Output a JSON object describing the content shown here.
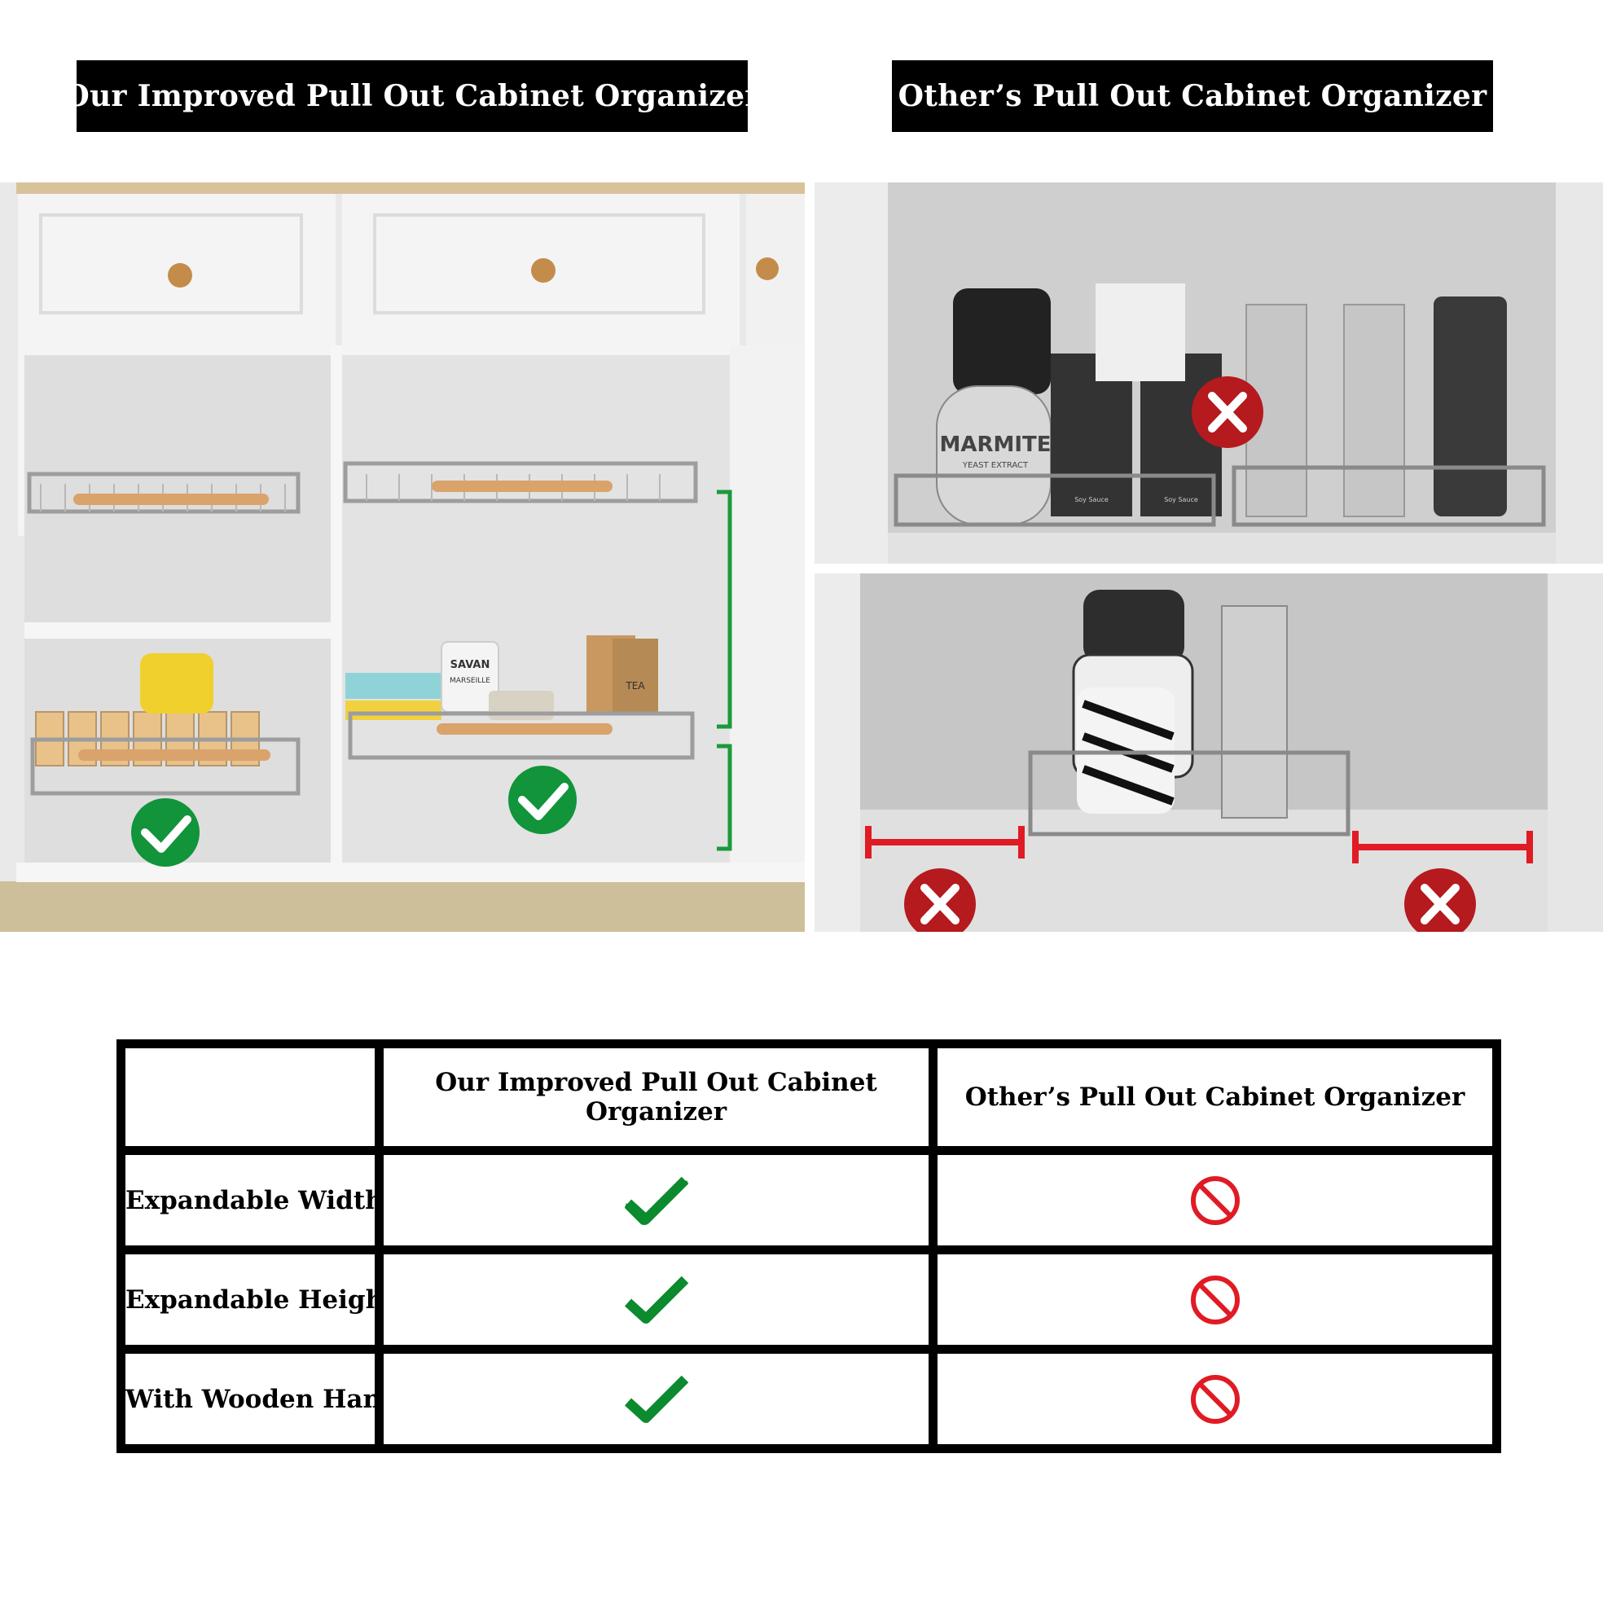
{
  "banners": {
    "left": "Our Improved Pull Out Cabinet Organizer",
    "right": "Other’s Pull Out Cabinet Organizer"
  },
  "photos": {
    "left": {
      "label_text": [
        "SAVAN",
        "MARSEILLE",
        "TEA"
      ],
      "marks": [
        "check-badge",
        "check-badge"
      ]
    },
    "right_top": {
      "label_text": [
        "MARMITE",
        "YEAST EXTRACT",
        "Soy Sauce",
        "Soy Sauce"
      ],
      "marks": [
        "x-badge"
      ]
    },
    "right_bottom": {
      "marks": [
        "x-badge",
        "x-badge"
      ]
    }
  },
  "table": {
    "headers": [
      "",
      "Our Improved Pull Out Cabinet Organizer",
      "Other’s Pull Out Cabinet Organizer"
    ],
    "rows": [
      {
        "label": "Expandable Width",
        "ours": "check-icon",
        "others": "prohibited-icon"
      },
      {
        "label": "Expandable Height",
        "ours": "check-icon",
        "others": "prohibited-icon"
      },
      {
        "label": "With Wooden Handle",
        "ours": "check-icon",
        "others": "prohibited-icon"
      }
    ]
  },
  "colors": {
    "check_green": "#0b8a2e",
    "prohibit_red": "#e01b24",
    "badge_red": "#c0121b",
    "banner_black": "#000000"
  }
}
